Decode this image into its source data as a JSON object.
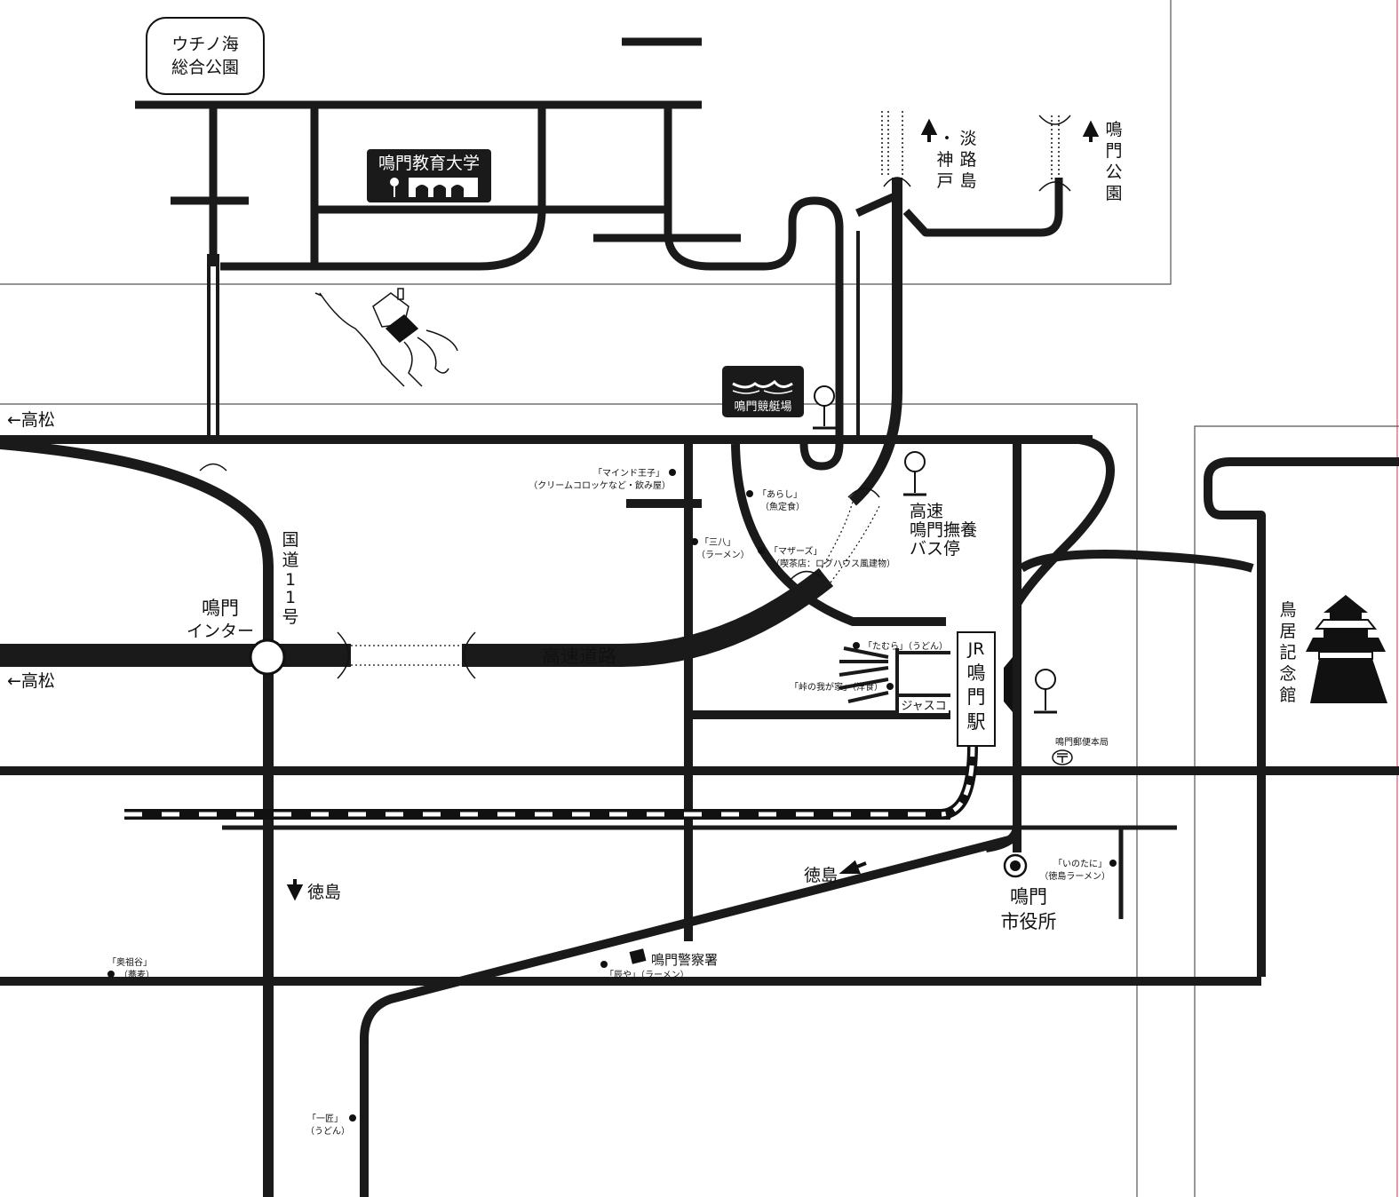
{
  "places": {
    "uchinoumi_line1": "ウチノ海",
    "uchinoumi_line2": "総合公園",
    "university": "鳴門教育大学",
    "boatrace": "鳴門競艇場",
    "awaji_arrow": "↑",
    "awaji_text": [
      "・",
      "淡",
      "路",
      "島"
    ],
    "kobe_text": [
      "神",
      "戸"
    ],
    "naruto_park_arrow": "↑",
    "naruto_park_text": [
      "鳴",
      "門",
      "公",
      "園"
    ],
    "takamatsu_top": "←高松",
    "takamatsu_bottom": "←高松",
    "route11": [
      "国",
      "道",
      "1",
      "1",
      "号"
    ],
    "naruto_ic_line1": "鳴門",
    "naruto_ic_line2": "インター",
    "expressway": "高速道路",
    "bus_stop": [
      "高速",
      "鳴門撫養",
      "バス停"
    ],
    "torii_museum": [
      "鳥",
      "居",
      "記",
      "念",
      "館"
    ],
    "station_jr": "JR",
    "station_name": [
      "鳴",
      "門",
      "駅"
    ],
    "jasco": "ジャスコ",
    "post_office": "鳴門郵便本局",
    "tokushima_down": "徳島",
    "tokushima_left": "徳島",
    "city_hall_line1": "鳴門",
    "city_hall_line2": "市役所",
    "police": "鳴門警察署"
  },
  "shops": {
    "mindouji_1": "「マインド王子」",
    "mindouji_2": "（クリームコロッケなど・飲み屋）",
    "arashi_1": "「あらし」",
    "arashi_2": "（魚定食）",
    "sanpachi_1": "「三八」",
    "sanpachi_2": "（ラーメン）",
    "mothers_1": "「マザーズ」",
    "mothers_2": "（喫茶店：ログハウス風建物）",
    "tamura": "「たむら」（うどん）",
    "touge": "「峠の我が家」（洋食）",
    "inotani_1": "「いのたに」",
    "inotani_2": "（徳島ラーメン）",
    "okusodani_1": "「奥祖谷」",
    "okusodani_2": "（蕎麦）",
    "tatsuya": "「辰や」（ラーメン）",
    "issho_1": "「一匠」",
    "issho_2": "（うどん）"
  },
  "colors": {
    "road": "#1a1a1a",
    "frame": "#888888",
    "accent": "#cc3344"
  }
}
